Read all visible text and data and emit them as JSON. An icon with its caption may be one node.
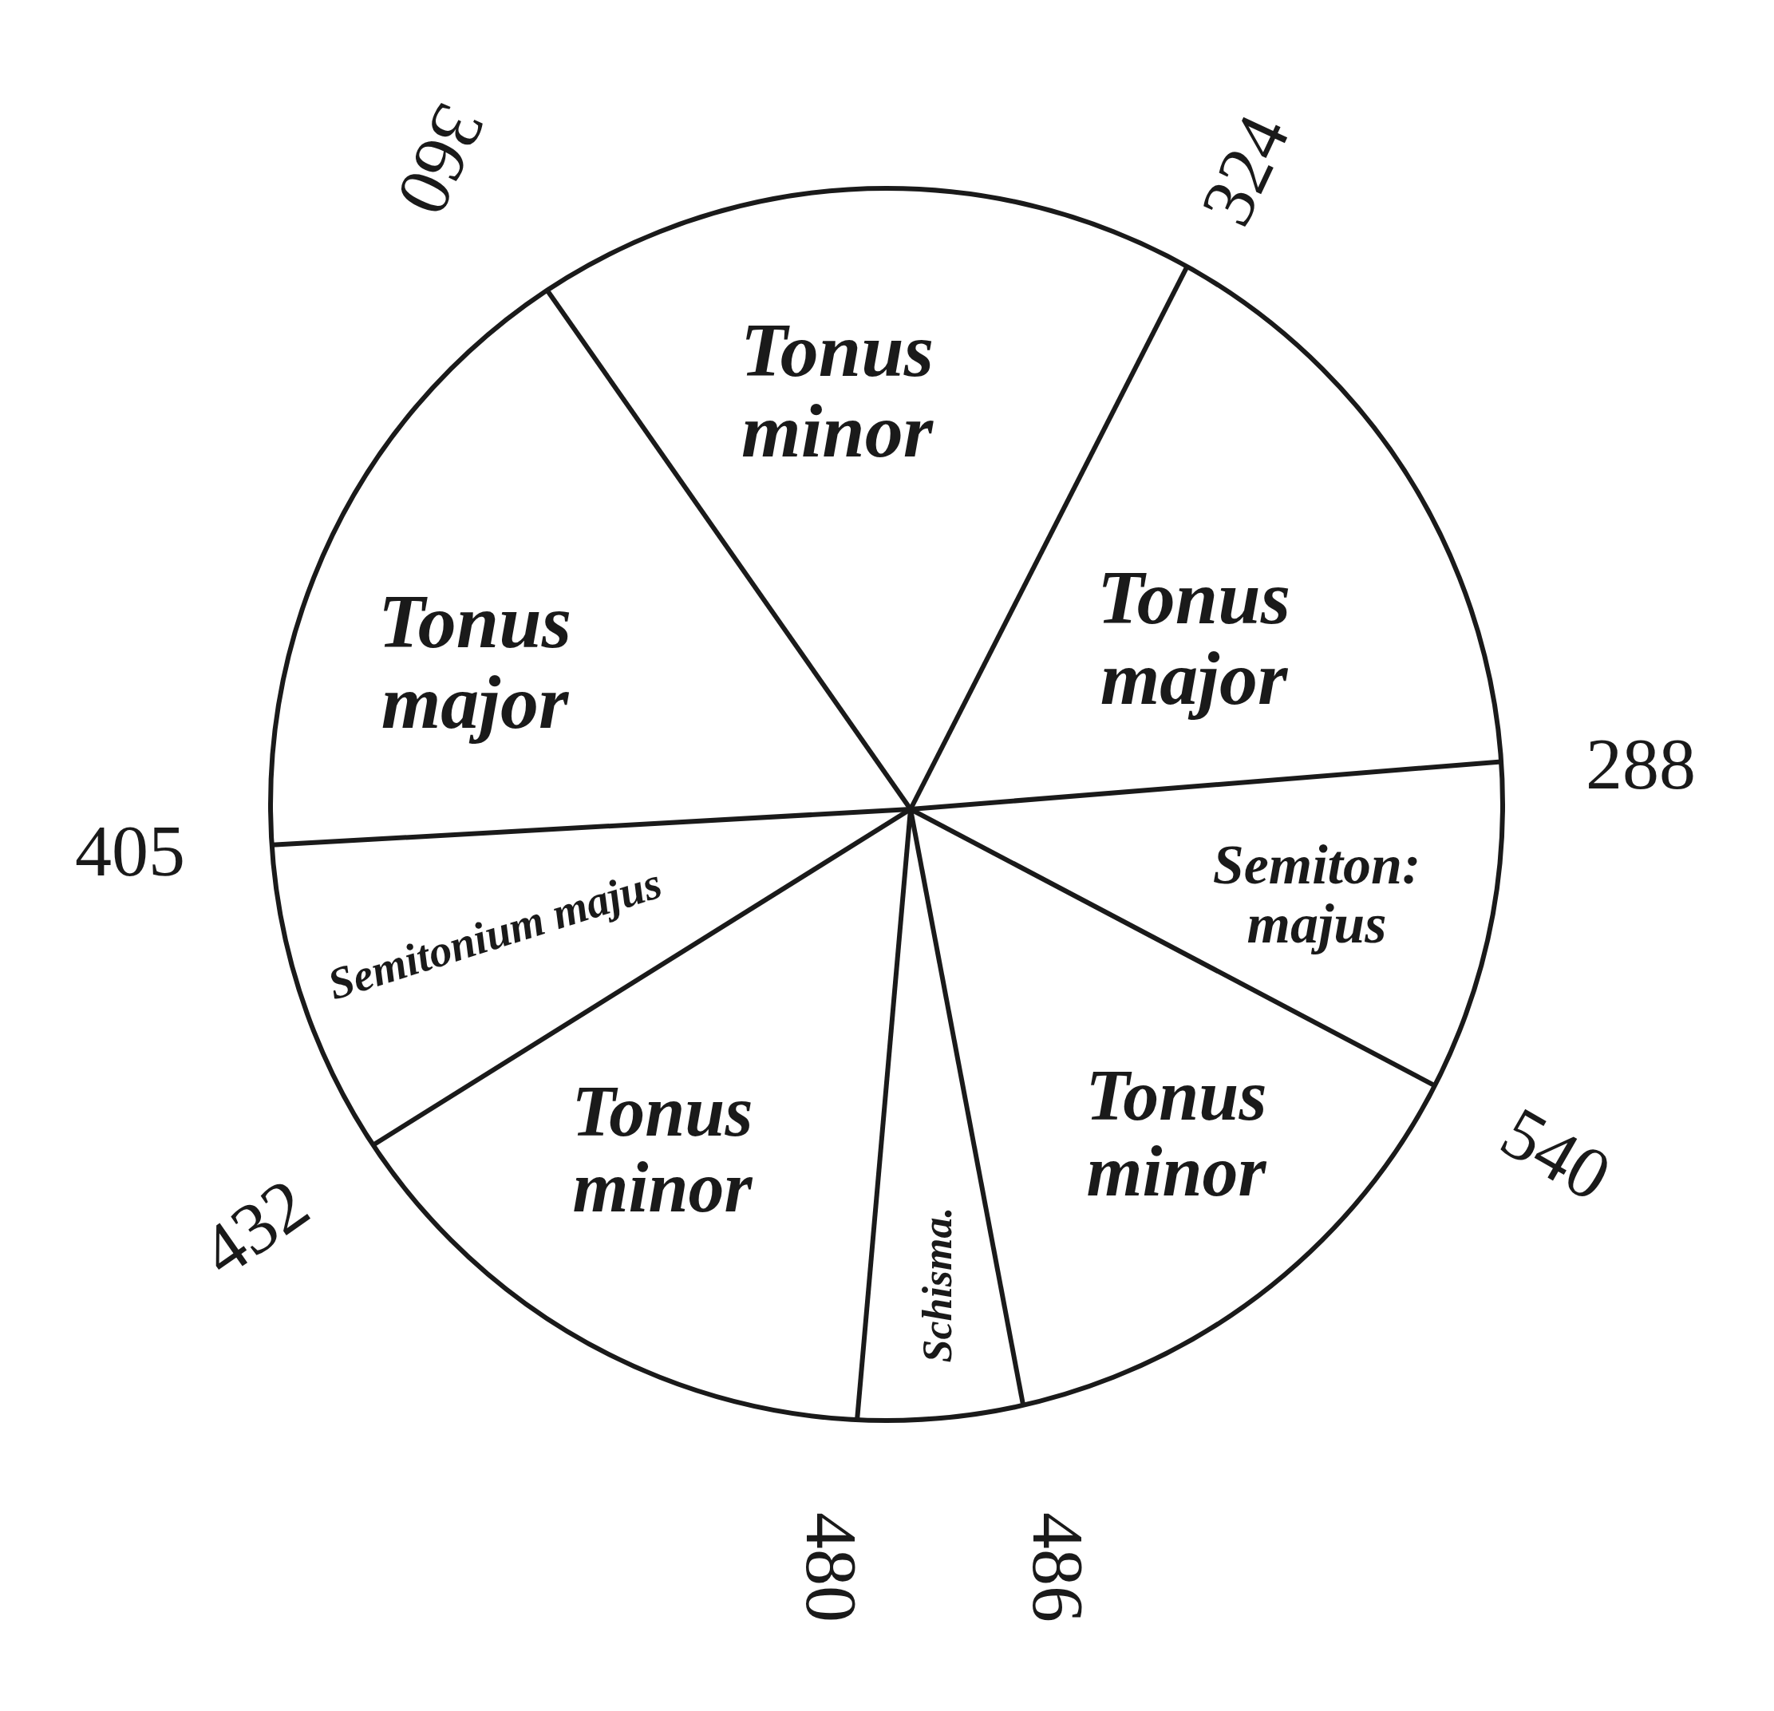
{
  "diagram": {
    "nodes": [
      {
        "text": [],
        "shape": "circle"
      },
      {
        "text": [
          "Tonus minor"
        ],
        "in": 0
      },
      {
        "text": [
          "Tonus major"
        ],
        "in": 0
      },
      {
        "text": [
          "Tonus major"
        ],
        "in": 0
      },
      {
        "text": [
          "Semiton: majus"
        ],
        "in": 0
      },
      {
        "text": [
          "Semitonium majus"
        ],
        "in": 0
      },
      {
        "text": [
          "Tonus minor"
        ],
        "in": 0
      },
      {
        "text": [
          "Tonus minor"
        ],
        "in": 0
      },
      {
        "text": [
          "Schisma."
        ],
        "in": 0
      }
    ],
    "labels": [
      "360",
      "324",
      "288",
      "405",
      "540",
      "432",
      "480",
      "486"
    ]
  }
}
